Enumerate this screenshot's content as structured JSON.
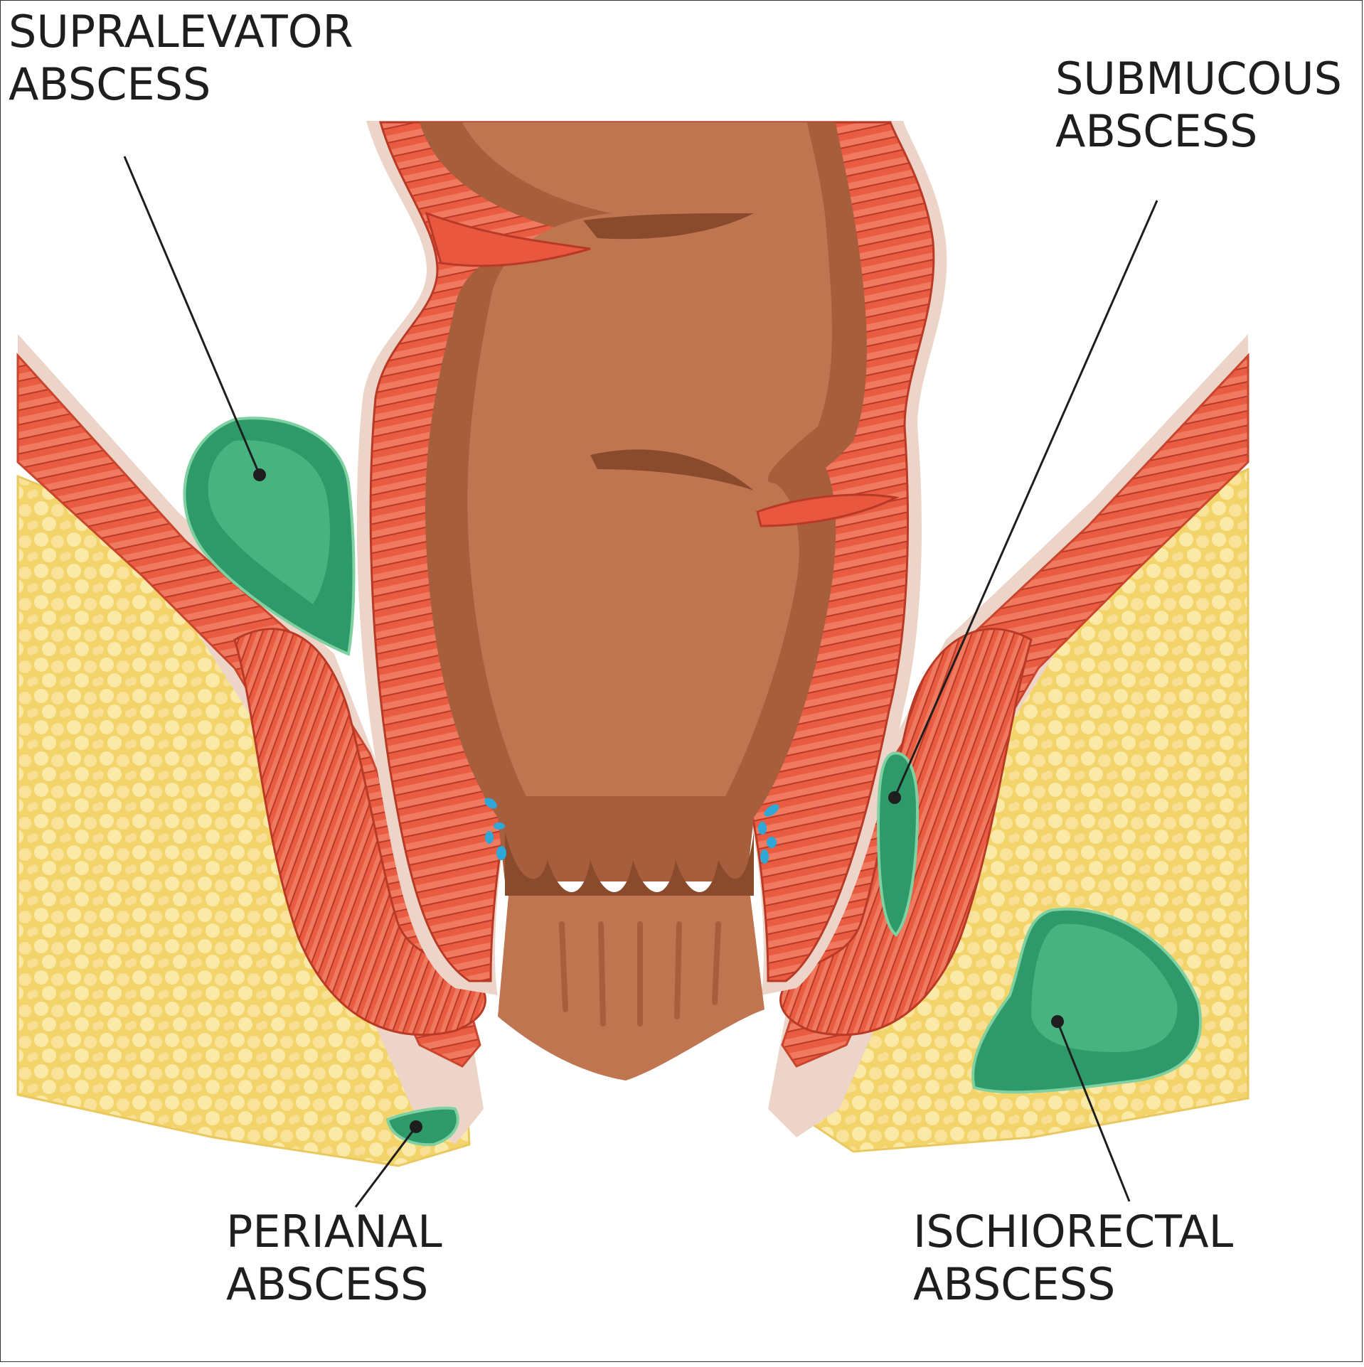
{
  "labels": {
    "supralevator": {
      "line1": "SUPRALEVATOR",
      "line2": "ABSCESS"
    },
    "submucous": {
      "line1": "SUBMUCOUS",
      "line2": "ABSCESS"
    },
    "perianal": {
      "line1": "PERIANAL",
      "line2": "ABSCESS"
    },
    "ischiorectal": {
      "line1": "ISCHIORECTAL",
      "line2": "ABSCESS"
    }
  },
  "colors": {
    "fat": "#f2d46b",
    "fat_globule": "#fbe9a8",
    "muscle": "#e9573f",
    "muscle_light": "#f07a60",
    "muscle_line": "#b83a26",
    "lumen": "#a65e3c",
    "lumen_light": "#bf7550",
    "lumen_dark": "#8a4a2c",
    "fascia": "#ecd5c8",
    "abscess": "#2f9a69",
    "abscess_light": "#4dba85",
    "gland": "#2fa8d8",
    "leader": "#1e1e1e"
  }
}
